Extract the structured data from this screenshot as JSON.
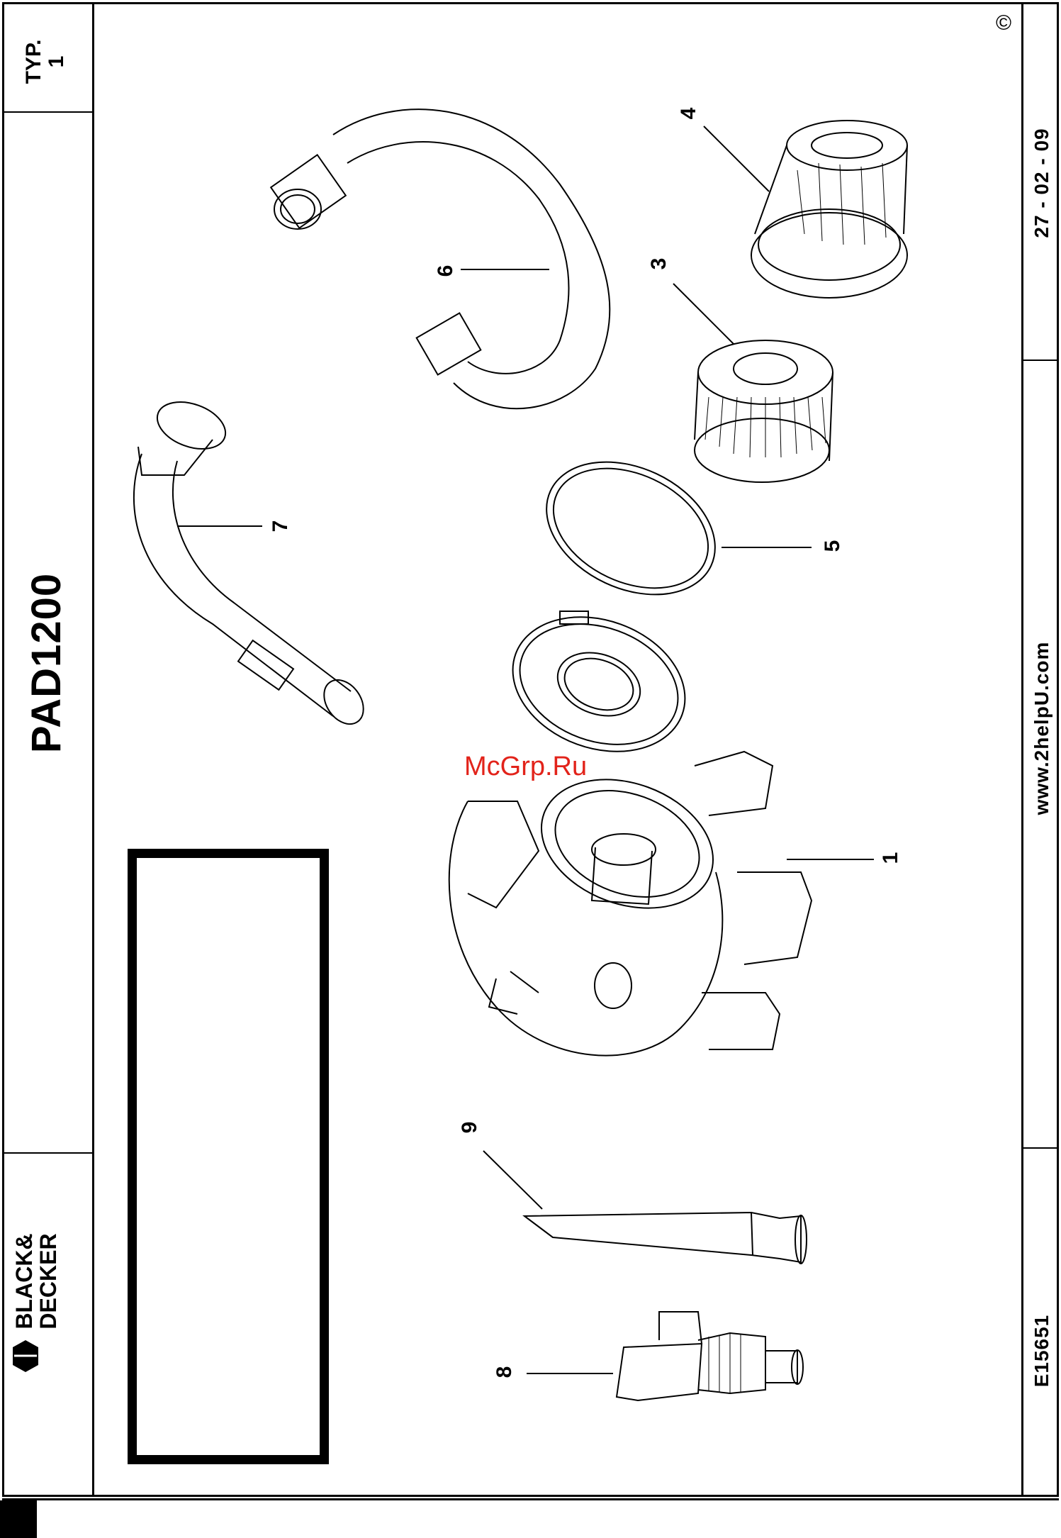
{
  "header": {
    "typ_label": "TYP.",
    "typ_value": "1",
    "model": "PAD1200"
  },
  "brand": {
    "logo_line1": "BLACK&",
    "logo_line2": "DECKER"
  },
  "side_info": {
    "doc_code": "E15651",
    "website": "www.2helpU.com",
    "date": "27 - 02 - 09",
    "copyright": "©"
  },
  "watermark": "McGrp.Ru",
  "callouts": [
    "1",
    "3",
    "4",
    "5",
    "6",
    "7",
    "8",
    "9"
  ],
  "colors": {
    "ink": "#000000",
    "watermark": "#e2231a",
    "paper": "#ffffff"
  }
}
